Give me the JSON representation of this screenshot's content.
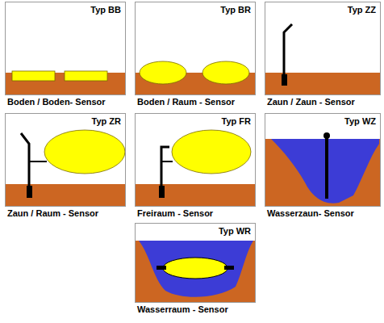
{
  "diagram": {
    "nodes": [
      {
        "text": [
          "Typ BB",
          "Boden / Boden- Sensor"
        ]
      },
      {
        "text": [
          "Typ BR",
          "Boden / Raum - Sensor"
        ]
      },
      {
        "text": [
          "Typ ZZ",
          "Zaun / Zaun - Sensor"
        ]
      },
      {
        "text": [
          "Typ ZR",
          "Zaun / Raum - Sensor"
        ]
      },
      {
        "text": [
          "Typ FR",
          "Freiraum - Sensor"
        ]
      },
      {
        "text": [
          "Typ WZ",
          "Wasserzaun- Sensor"
        ]
      },
      {
        "text": [
          "Typ WR",
          "Wasserraum - Sensor"
        ]
      }
    ]
  }
}
